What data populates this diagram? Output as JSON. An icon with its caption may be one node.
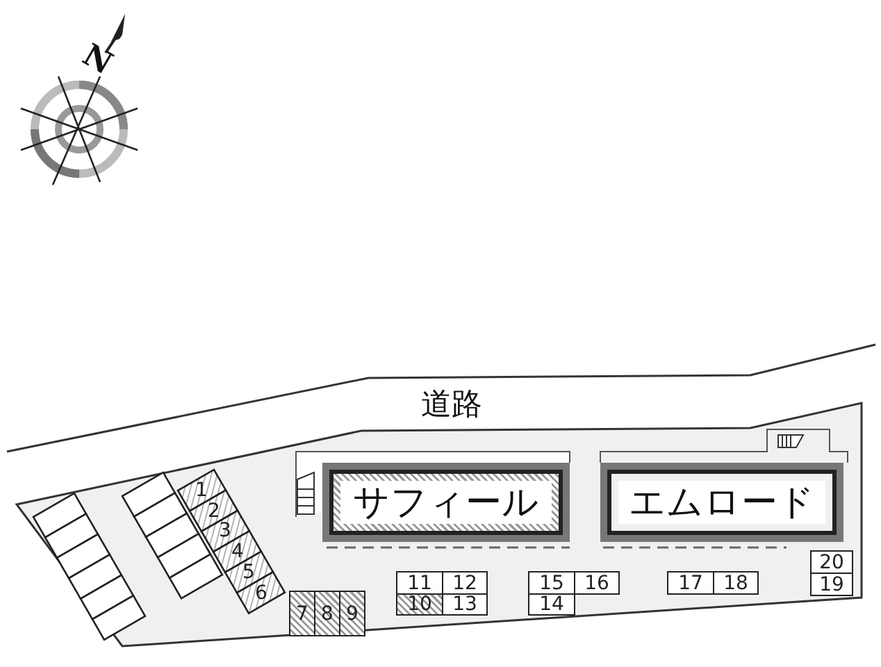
{
  "diagram": {
    "nodes": [
      {
        "text": [
          "サフィール"
        ]
      },
      {
        "text": [
          "エムロード"
        ]
      },
      {
        "text": [
          "1"
        ]
      },
      {
        "text": [
          "2"
        ]
      },
      {
        "text": [
          "3"
        ]
      },
      {
        "text": [
          "4"
        ]
      },
      {
        "text": [
          "5"
        ]
      },
      {
        "text": [
          "6"
        ]
      },
      {
        "text": [
          "7"
        ]
      },
      {
        "text": [
          "8"
        ]
      },
      {
        "text": [
          "9"
        ]
      },
      {
        "text": [
          "10"
        ]
      },
      {
        "text": [
          "11"
        ]
      },
      {
        "text": [
          "12"
        ]
      },
      {
        "text": [
          "13"
        ]
      },
      {
        "text": [
          "14"
        ]
      },
      {
        "text": [
          "15"
        ]
      },
      {
        "text": [
          "16"
        ]
      },
      {
        "text": [
          "17"
        ]
      },
      {
        "text": [
          "18"
        ]
      },
      {
        "text": [
          "19"
        ]
      },
      {
        "text": [
          "20"
        ]
      }
    ],
    "labels": [
      "N",
      "道路"
    ]
  }
}
